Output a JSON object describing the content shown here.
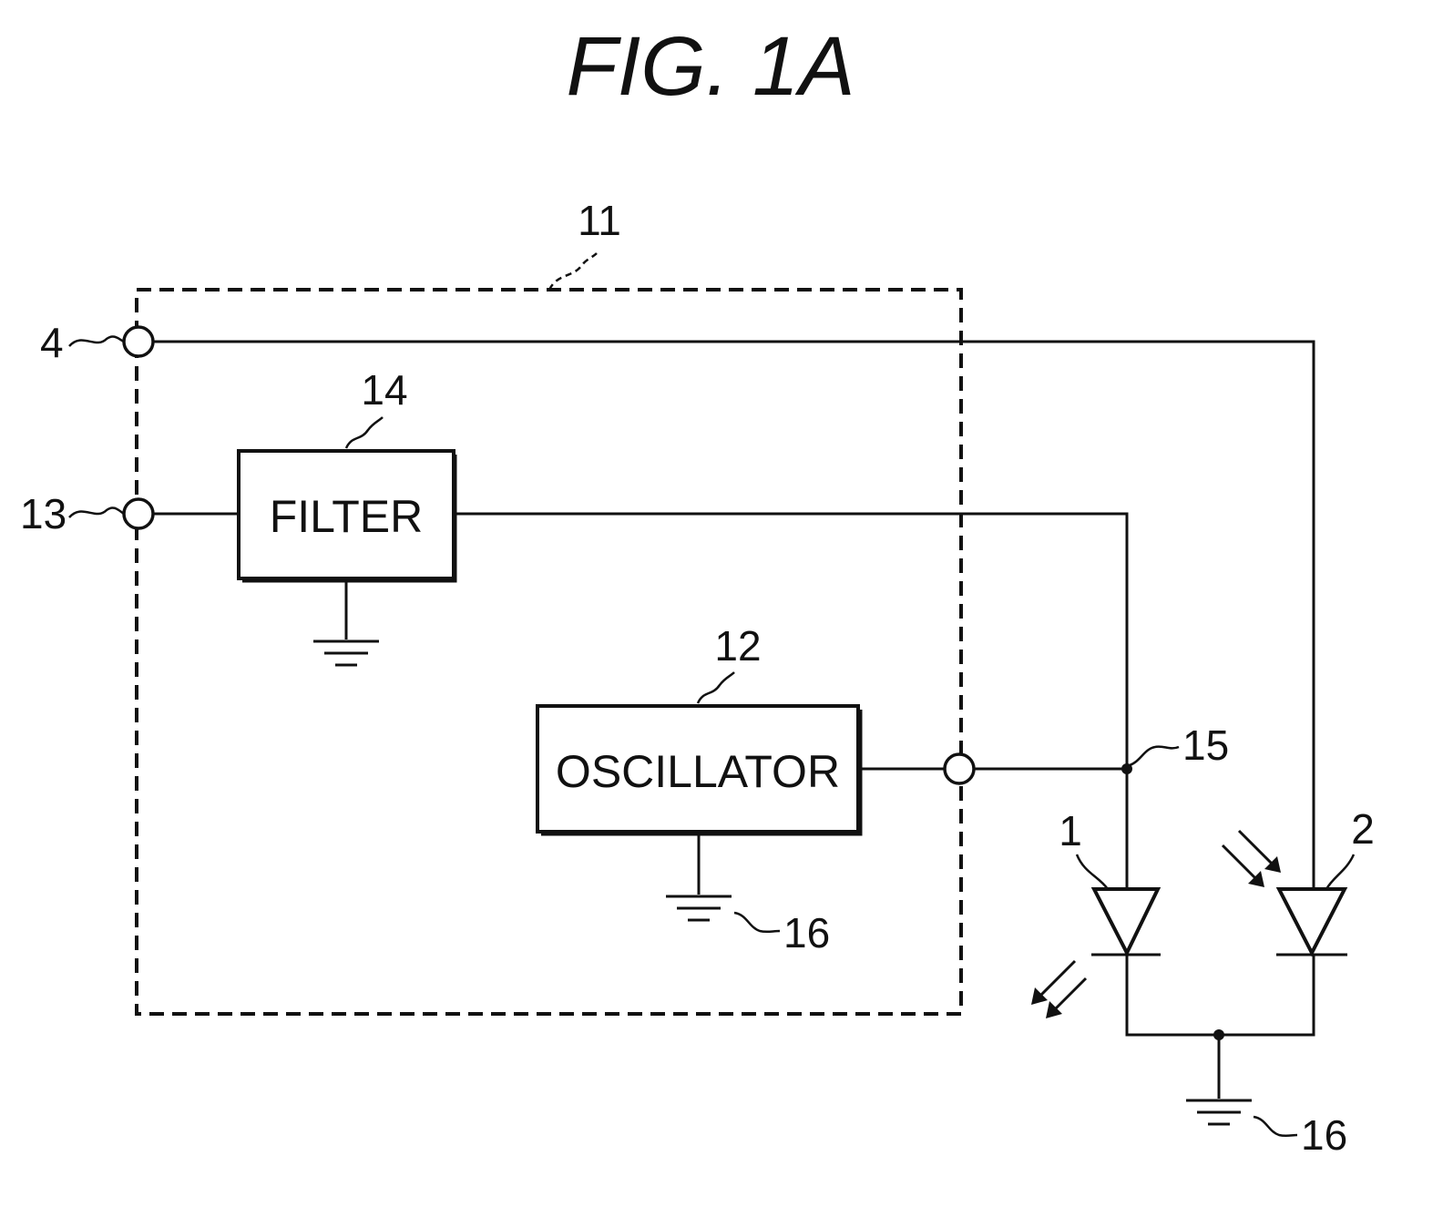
{
  "figure": {
    "title": "FIG. 1A"
  },
  "labels": {
    "module": "11",
    "oscillator_ref": "12",
    "input_terminal": "13",
    "filter_ref": "14",
    "node": "15",
    "ground_inner": "16",
    "ground_outer": "16",
    "power_terminal": "4",
    "led": "1",
    "photodiode": "2"
  },
  "blocks": {
    "filter": "FILTER",
    "oscillator": "OSCILLATOR"
  }
}
